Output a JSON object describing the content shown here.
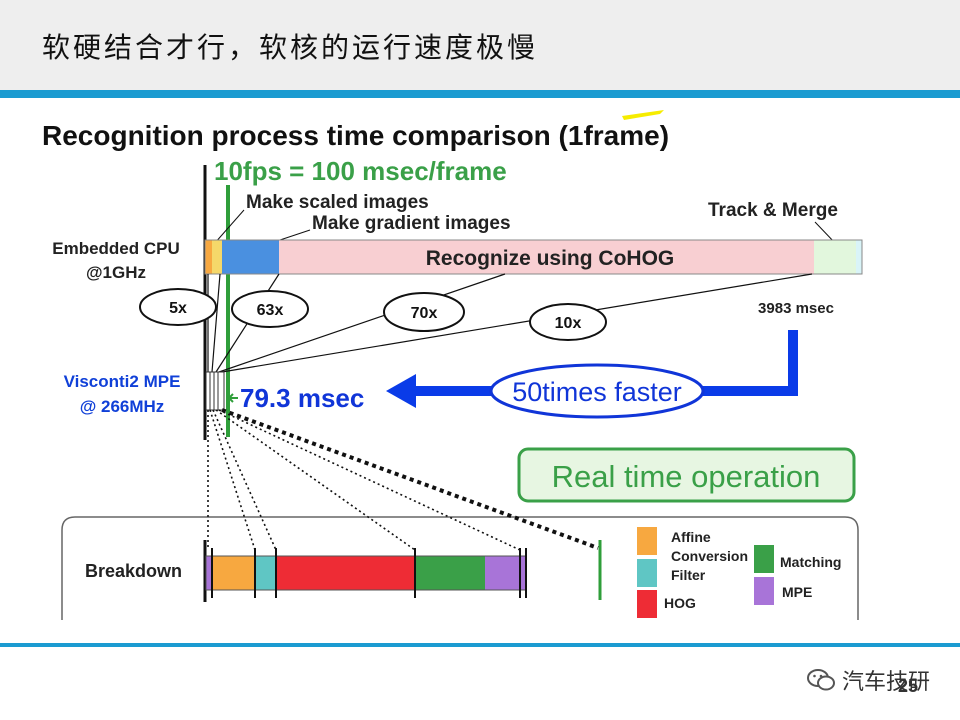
{
  "slide": {
    "title": "软硬结合才行，软核的运行速度极慢",
    "page_number": "25"
  },
  "diagram": {
    "heading": "Recognition process time comparison  (1frame)",
    "fps_label": "10fps = 100 msec/frame",
    "stage_labels": {
      "scaled": "Make scaled images",
      "gradient": "Make gradient images",
      "recognize": "Recognize using CoHOG",
      "track": "Track & Merge"
    },
    "cpu_label_line1": "Embedded CPU",
    "cpu_label_line2": "@1GHz",
    "cpu_time": "3983 msec",
    "speedups": [
      "5x",
      "63x",
      "70x",
      "10x"
    ],
    "mpe_label_line1": "Visconti2 MPE",
    "mpe_label_line2": "@ 266MHz",
    "mpe_time": "79.3 msec",
    "faster_label": "50times faster",
    "realtime_label": "Real time operation",
    "breakdown_label": "Breakdown",
    "legend": {
      "affine_line1": "Affine",
      "affine_line2": "Conversion",
      "filter": "Filter",
      "hog": "HOG",
      "matching": "Matching",
      "mpe": "MPE"
    },
    "colors": {
      "affine": "#f7a840",
      "filter": "#5fc6c4",
      "hog": "#ee2c35",
      "matching": "#3aa048",
      "mpe": "#a874d8",
      "gradient": "#4a90e0",
      "recognize": "#f8cfd2",
      "track": "#e2f7dd",
      "accent_blue": "#0a3be8",
      "accent_green": "#3aa048"
    }
  },
  "watermark": "汽车技研"
}
